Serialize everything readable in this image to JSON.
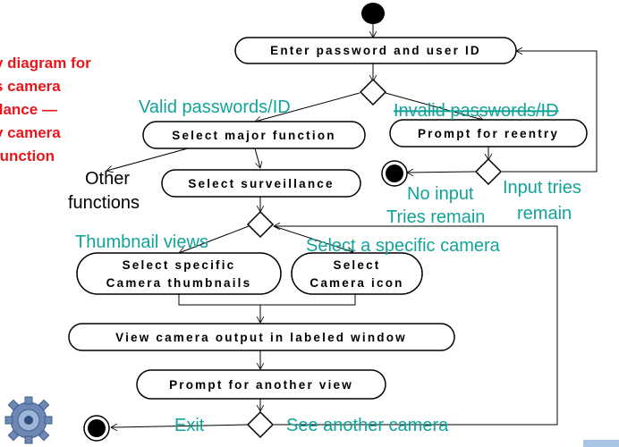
{
  "title_lines": [
    "y diagram for",
    "s camera",
    "llance —",
    "y camera",
    "function"
  ],
  "nodes": {
    "enter": "Enter password and user ID",
    "select_major": "Select major function",
    "prompt_reentry": "Prompt for reentry",
    "select_surveillance": "Select surveillance",
    "thumb_1": "Select specific",
    "thumb_2": "Camera thumbnails",
    "icon_1": "Select",
    "icon_2": "Camera icon",
    "view_output": "View camera output in labeled window",
    "prompt_another": "Prompt for another view"
  },
  "labels": {
    "valid": "Valid passwords/ID",
    "invalid": "Invalid passwords/ID",
    "other_1": "Other",
    "other_2": "functions",
    "no_input_1": "No input",
    "no_input_2": "Tries remain",
    "input_tries_1": "Input tries",
    "input_tries_2": "remain",
    "thumbnail_views": "Thumbnail views",
    "specific_camera": "Select a specific camera",
    "exit": "Exit",
    "see_another": "See another camera"
  },
  "colors": {
    "title": "#e8161b",
    "guard": "#12a39a",
    "line": "#000000"
  },
  "icons": {
    "logo": "gear-icon"
  }
}
